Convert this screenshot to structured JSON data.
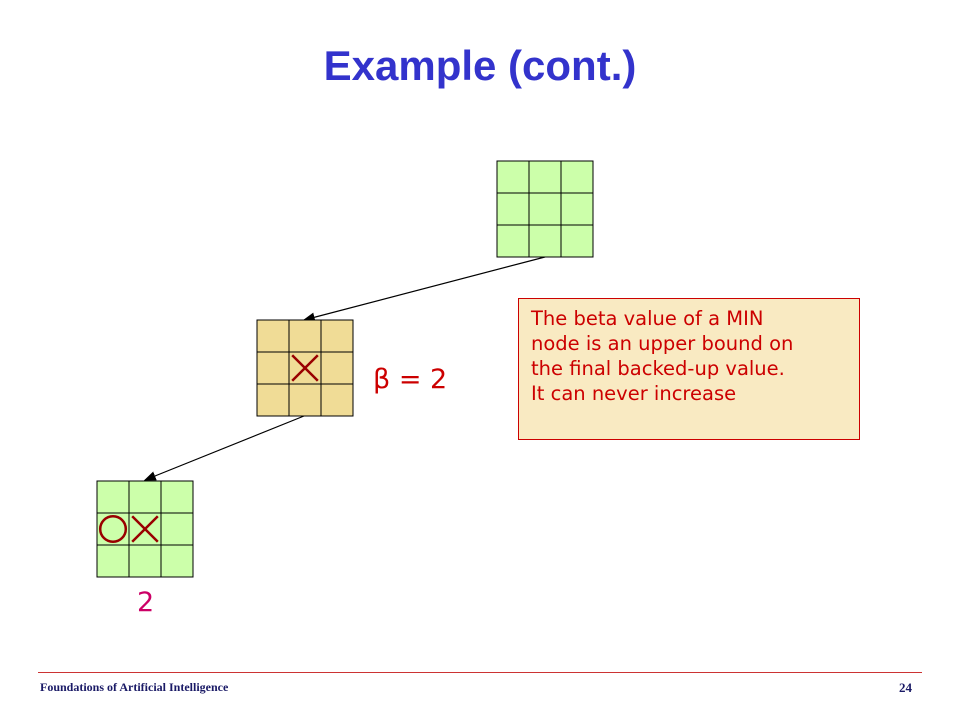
{
  "slide": {
    "title": "Example (cont.)"
  },
  "tree": {
    "root_node": {
      "cells": [
        "",
        "",
        "",
        "",
        "",
        "",
        "",
        "",
        ""
      ],
      "fill_color": "#ccffaa"
    },
    "min_node": {
      "cells": [
        "",
        "",
        "",
        "",
        "X",
        "",
        "",
        "",
        ""
      ],
      "fill_color": "#f0dc96",
      "beta_label": "β = 2"
    },
    "leaf_node": {
      "cells": [
        "",
        "",
        "",
        "O",
        "X",
        "",
        "",
        "",
        ""
      ],
      "fill_color": "#ccffaa",
      "value": "2"
    }
  },
  "note": {
    "lines": [
      "The beta value of a MIN",
      "node is an upper bound on",
      "the final backed-up value.",
      "It can never increase"
    ]
  },
  "footer": {
    "course": "Foundations of Artificial Intelligence",
    "page_number": "24"
  },
  "colors": {
    "title": "#3333cc",
    "mark": "#990000",
    "beta_text": "#cc0000",
    "leaf_value_text": "#cc0066",
    "note_background": "#f9eac2",
    "note_border": "#cc0000"
  }
}
